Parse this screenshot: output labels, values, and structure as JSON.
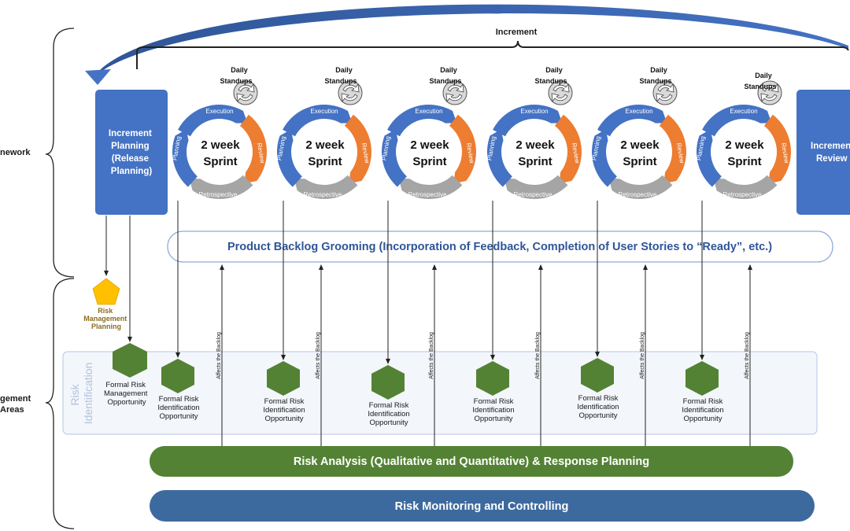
{
  "left_labels": {
    "framework": "nework",
    "management_line1": "gement",
    "management_line2": "Areas"
  },
  "increment_label": "Increment",
  "increment_planning": [
    "Increment",
    "Planning",
    "(Release",
    "Planning)"
  ],
  "increment_review": [
    "Increment",
    "Review"
  ],
  "sprint": {
    "title_line1": "2 week",
    "title_line2": "Sprint",
    "execution": "Execution",
    "review": "Review",
    "retrospective": "Retrospective",
    "planning": "Planning",
    "standups_line1": "Daily",
    "standups_line2": "Standups",
    "count": 6
  },
  "backlog_grooming": "Product Backlog Grooming (Incorporation of Feedback, Completion of User Stories to “Ready”, etc.)",
  "affects_backlog": "Affects the Backlog",
  "risk_mgmt_planning": [
    "Risk",
    "Management",
    "Planning"
  ],
  "risk_identification": [
    "Risk",
    "Identification"
  ],
  "formal_mgmt_opportunity": [
    "Formal Risk",
    "Management",
    "Opportunity"
  ],
  "formal_ident_opportunity": [
    "Formal Risk",
    "Identification",
    "Opportunity"
  ],
  "risk_analysis": "Risk Analysis (Qualitative and Quantitative) & Response Planning",
  "risk_monitoring": "Risk Monitoring and Controlling",
  "colors": {
    "blue": "#4472C4",
    "orange": "#ED7D31",
    "gray": "#A5A5A5",
    "box_blue": "#4472C4",
    "green": "#548235",
    "green_light": "#5B8C2F",
    "monitor_blue": "#3D6A9E",
    "gold": "#FFC000",
    "grooming_text": "#2F5597",
    "ident_label": "#C9D3E6"
  }
}
